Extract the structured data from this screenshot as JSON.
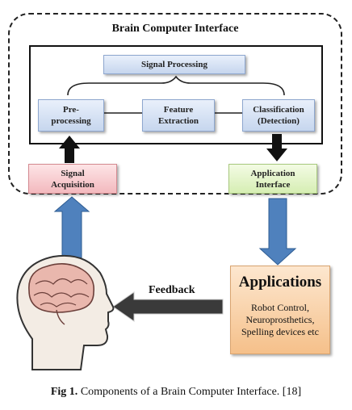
{
  "diagram": {
    "title": "Brain Computer Interface",
    "signal_processing": "Signal Processing",
    "preprocessing": [
      "Pre-",
      "processing"
    ],
    "feature_extraction": [
      "Feature",
      "Extraction"
    ],
    "classification": [
      "Classification",
      "(Detection)"
    ],
    "signal_acquisition": [
      "Signal",
      "Acquisition"
    ],
    "application_interface": [
      "Application",
      "Interface"
    ],
    "applications_title": "Applications",
    "applications_items": [
      "Robot Control,",
      "Neuroprosthetics,",
      "Spelling devices etc"
    ],
    "feedback": "Feedback"
  },
  "caption": {
    "label": "Fig 1.",
    "text": " Components of a Brain Computer Interface. [18]"
  },
  "colors": {
    "blue_arrow": "#4f81bd",
    "gray_arrow": "#3a3a3a"
  }
}
